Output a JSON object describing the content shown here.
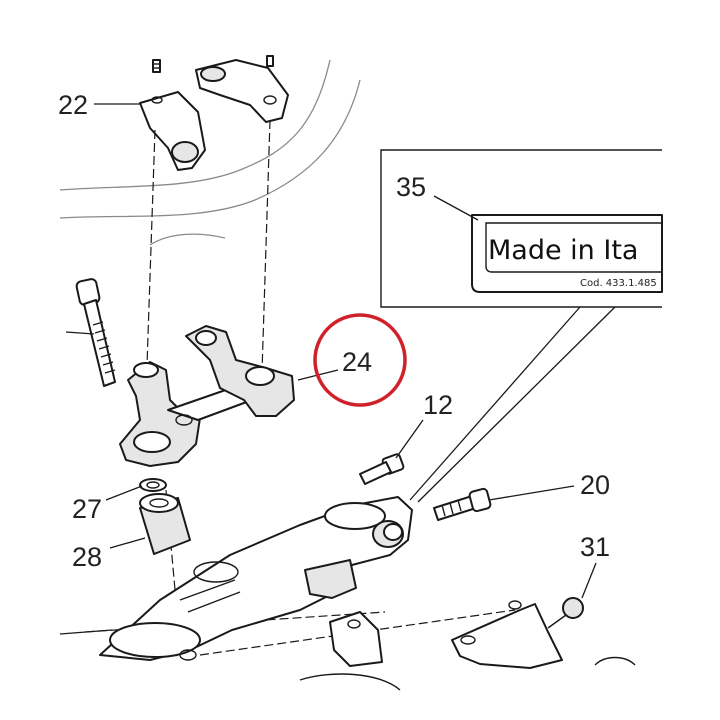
{
  "callouts": {
    "c22": "22",
    "c35": "35",
    "c24": "24",
    "c12": "12",
    "c20": "20",
    "c27": "27",
    "c28": "28",
    "c31": "31"
  },
  "label": {
    "main_text": "Made in Ita",
    "code_text": "Cod. 433.1.485"
  },
  "highlight": {
    "callout": "24",
    "color": "#d0202a"
  }
}
